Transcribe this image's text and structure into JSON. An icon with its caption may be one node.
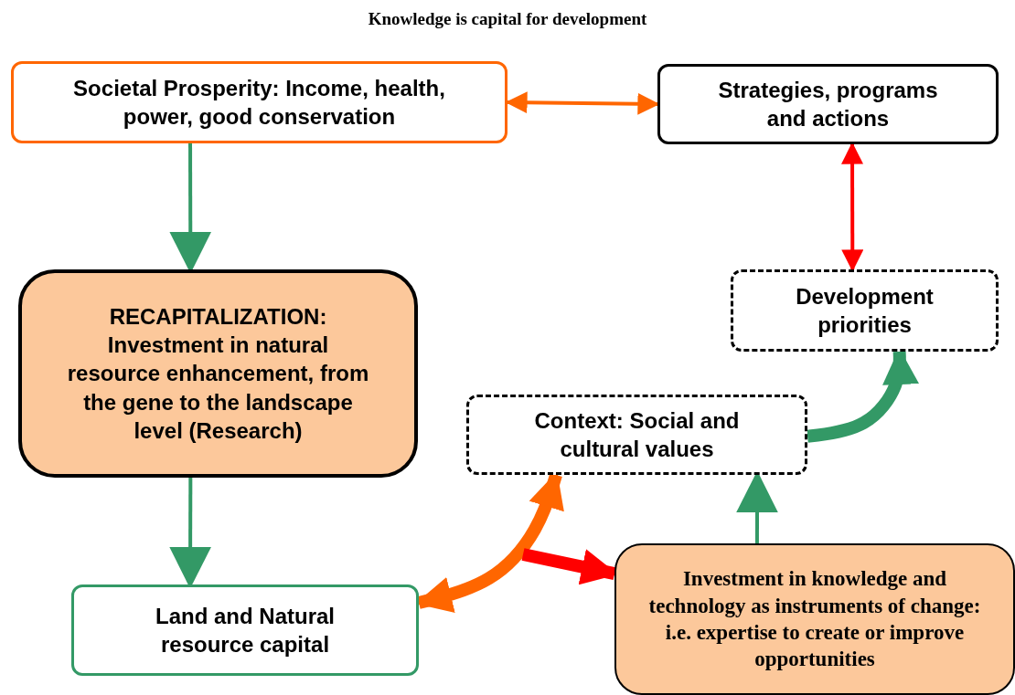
{
  "diagram": {
    "title": "Knowledge is capital for development",
    "nodes": [
      {
        "text": [
          "Societal Prosperity: Income, health, power, good conservation"
        ]
      },
      {
        "text": [
          "Strategies, programs and actions"
        ]
      },
      {
        "text": [
          "RECAPITALIZATION:",
          "Investment in natural resource enhancement, from the gene to the landscape level (Research)"
        ]
      },
      {
        "text": [
          "Development priorities"
        ]
      },
      {
        "text": [
          "Context: Social and cultural values"
        ]
      },
      {
        "text": [
          "Land and Natural resource capital"
        ]
      },
      {
        "text": [
          "Investment in knowledge and technology as instruments of change: i.e. expertise to create or improve opportunities"
        ]
      }
    ],
    "edges": [
      {
        "from": 0,
        "to": 2,
        "arrow": "to",
        "color": "#339966"
      },
      {
        "from": 2,
        "to": 5,
        "arrow": "to",
        "color": "#339966"
      },
      {
        "from": 0,
        "to": 1,
        "arrow": "both",
        "color": "#ff6600"
      },
      {
        "from": 1,
        "to": 3,
        "arrow": "both",
        "color": "#ff0000"
      },
      {
        "from": 4,
        "to": 3,
        "arrow": "to",
        "style": "thick",
        "color": "#339966"
      },
      {
        "from": 6,
        "to": 4,
        "arrow": "to",
        "color": "#339966"
      },
      {
        "from": 5,
        "to": 4,
        "arrow": "both",
        "style": "thick",
        "color": "#ff6600"
      },
      {
        "from": null,
        "to": 6,
        "arrow": "to",
        "style": "thick",
        "color": "#ff0000"
      }
    ]
  }
}
